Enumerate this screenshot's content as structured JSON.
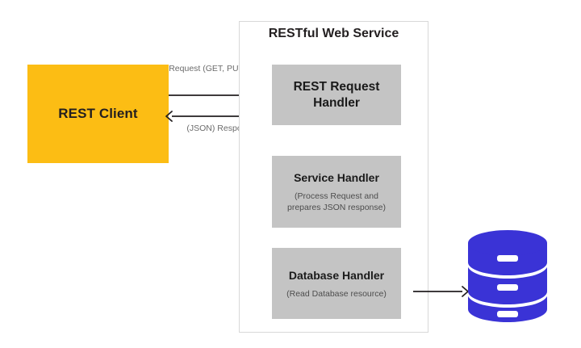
{
  "diagram": {
    "title": "RESTful Web Service",
    "client": {
      "label": "REST Client",
      "color": "#fcbd14"
    },
    "flows": [
      {
        "id": "request",
        "label": "Request (GET, PUT, POST)",
        "direction": "right"
      },
      {
        "id": "response",
        "label": "(JSON) Response",
        "direction": "left"
      },
      {
        "id": "db-read",
        "label": "",
        "direction": "right"
      }
    ],
    "handlers": [
      {
        "id": "rest-request-handler",
        "title": "REST Request Handler",
        "subtitle": ""
      },
      {
        "id": "service-handler",
        "title": "Service Handler",
        "subtitle": "(Process Request and prepares JSON response)"
      },
      {
        "id": "database-handler",
        "title": "Database Handler",
        "subtitle": "(Read Database resource)"
      }
    ],
    "database": {
      "name": "database-cylinder-icon",
      "color": "#3a33d6"
    },
    "colors": {
      "client_fill": "#fcbd14",
      "handler_fill": "#c4c4c4",
      "container_border": "#d8d8d8",
      "database_fill": "#3a33d6",
      "arrow": "#231f20",
      "label_text": "#6b6b6b"
    }
  }
}
